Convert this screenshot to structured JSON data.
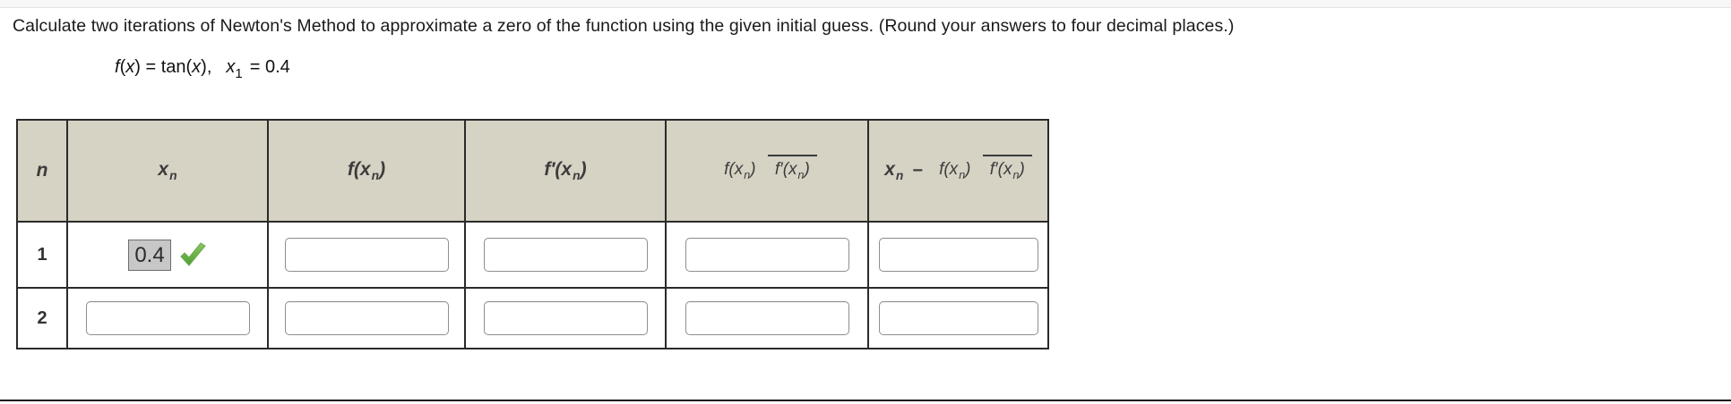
{
  "question": "Calculate two iterations of Newton's Method to approximate a zero of the function using the given initial guess. (Round your answers to four decimal places.)",
  "formula": {
    "var_f": "f",
    "open_paren": "(",
    "var_x1": "x",
    "mid": ") = tan(",
    "var_x2": "x",
    "close_comma": "),",
    "var_x3": "x",
    "subscript": "1",
    "tail": "= 0.4"
  },
  "table": {
    "headers": {
      "n": "n",
      "xn": {
        "base": "x",
        "sub": "n"
      },
      "fxn": {
        "pre": "f(x",
        "sub": "n",
        "post": ")"
      },
      "fpxn": {
        "pre": "f′(x",
        "sub": "n",
        "post": ")"
      },
      "ratio": {
        "num": {
          "pre": "f(x",
          "sub": "n",
          "post": ")"
        },
        "den": {
          "pre": "f′(x",
          "sub": "n",
          "post": ")"
        }
      },
      "next": {
        "x": {
          "base": "x",
          "sub": "n"
        },
        "minus": "−",
        "num": {
          "pre": "f(x",
          "sub": "n",
          "post": ")"
        },
        "den": {
          "pre": "f′(x",
          "sub": "n",
          "post": ")"
        }
      }
    },
    "rows": [
      {
        "n": "1",
        "xn_value": "0.4",
        "xn_status": "correct"
      },
      {
        "n": "2"
      }
    ]
  },
  "colors": {
    "header_bg": "#d6d2c4",
    "correct_green": "#55a33a",
    "table_border": "#2a2a2a"
  }
}
